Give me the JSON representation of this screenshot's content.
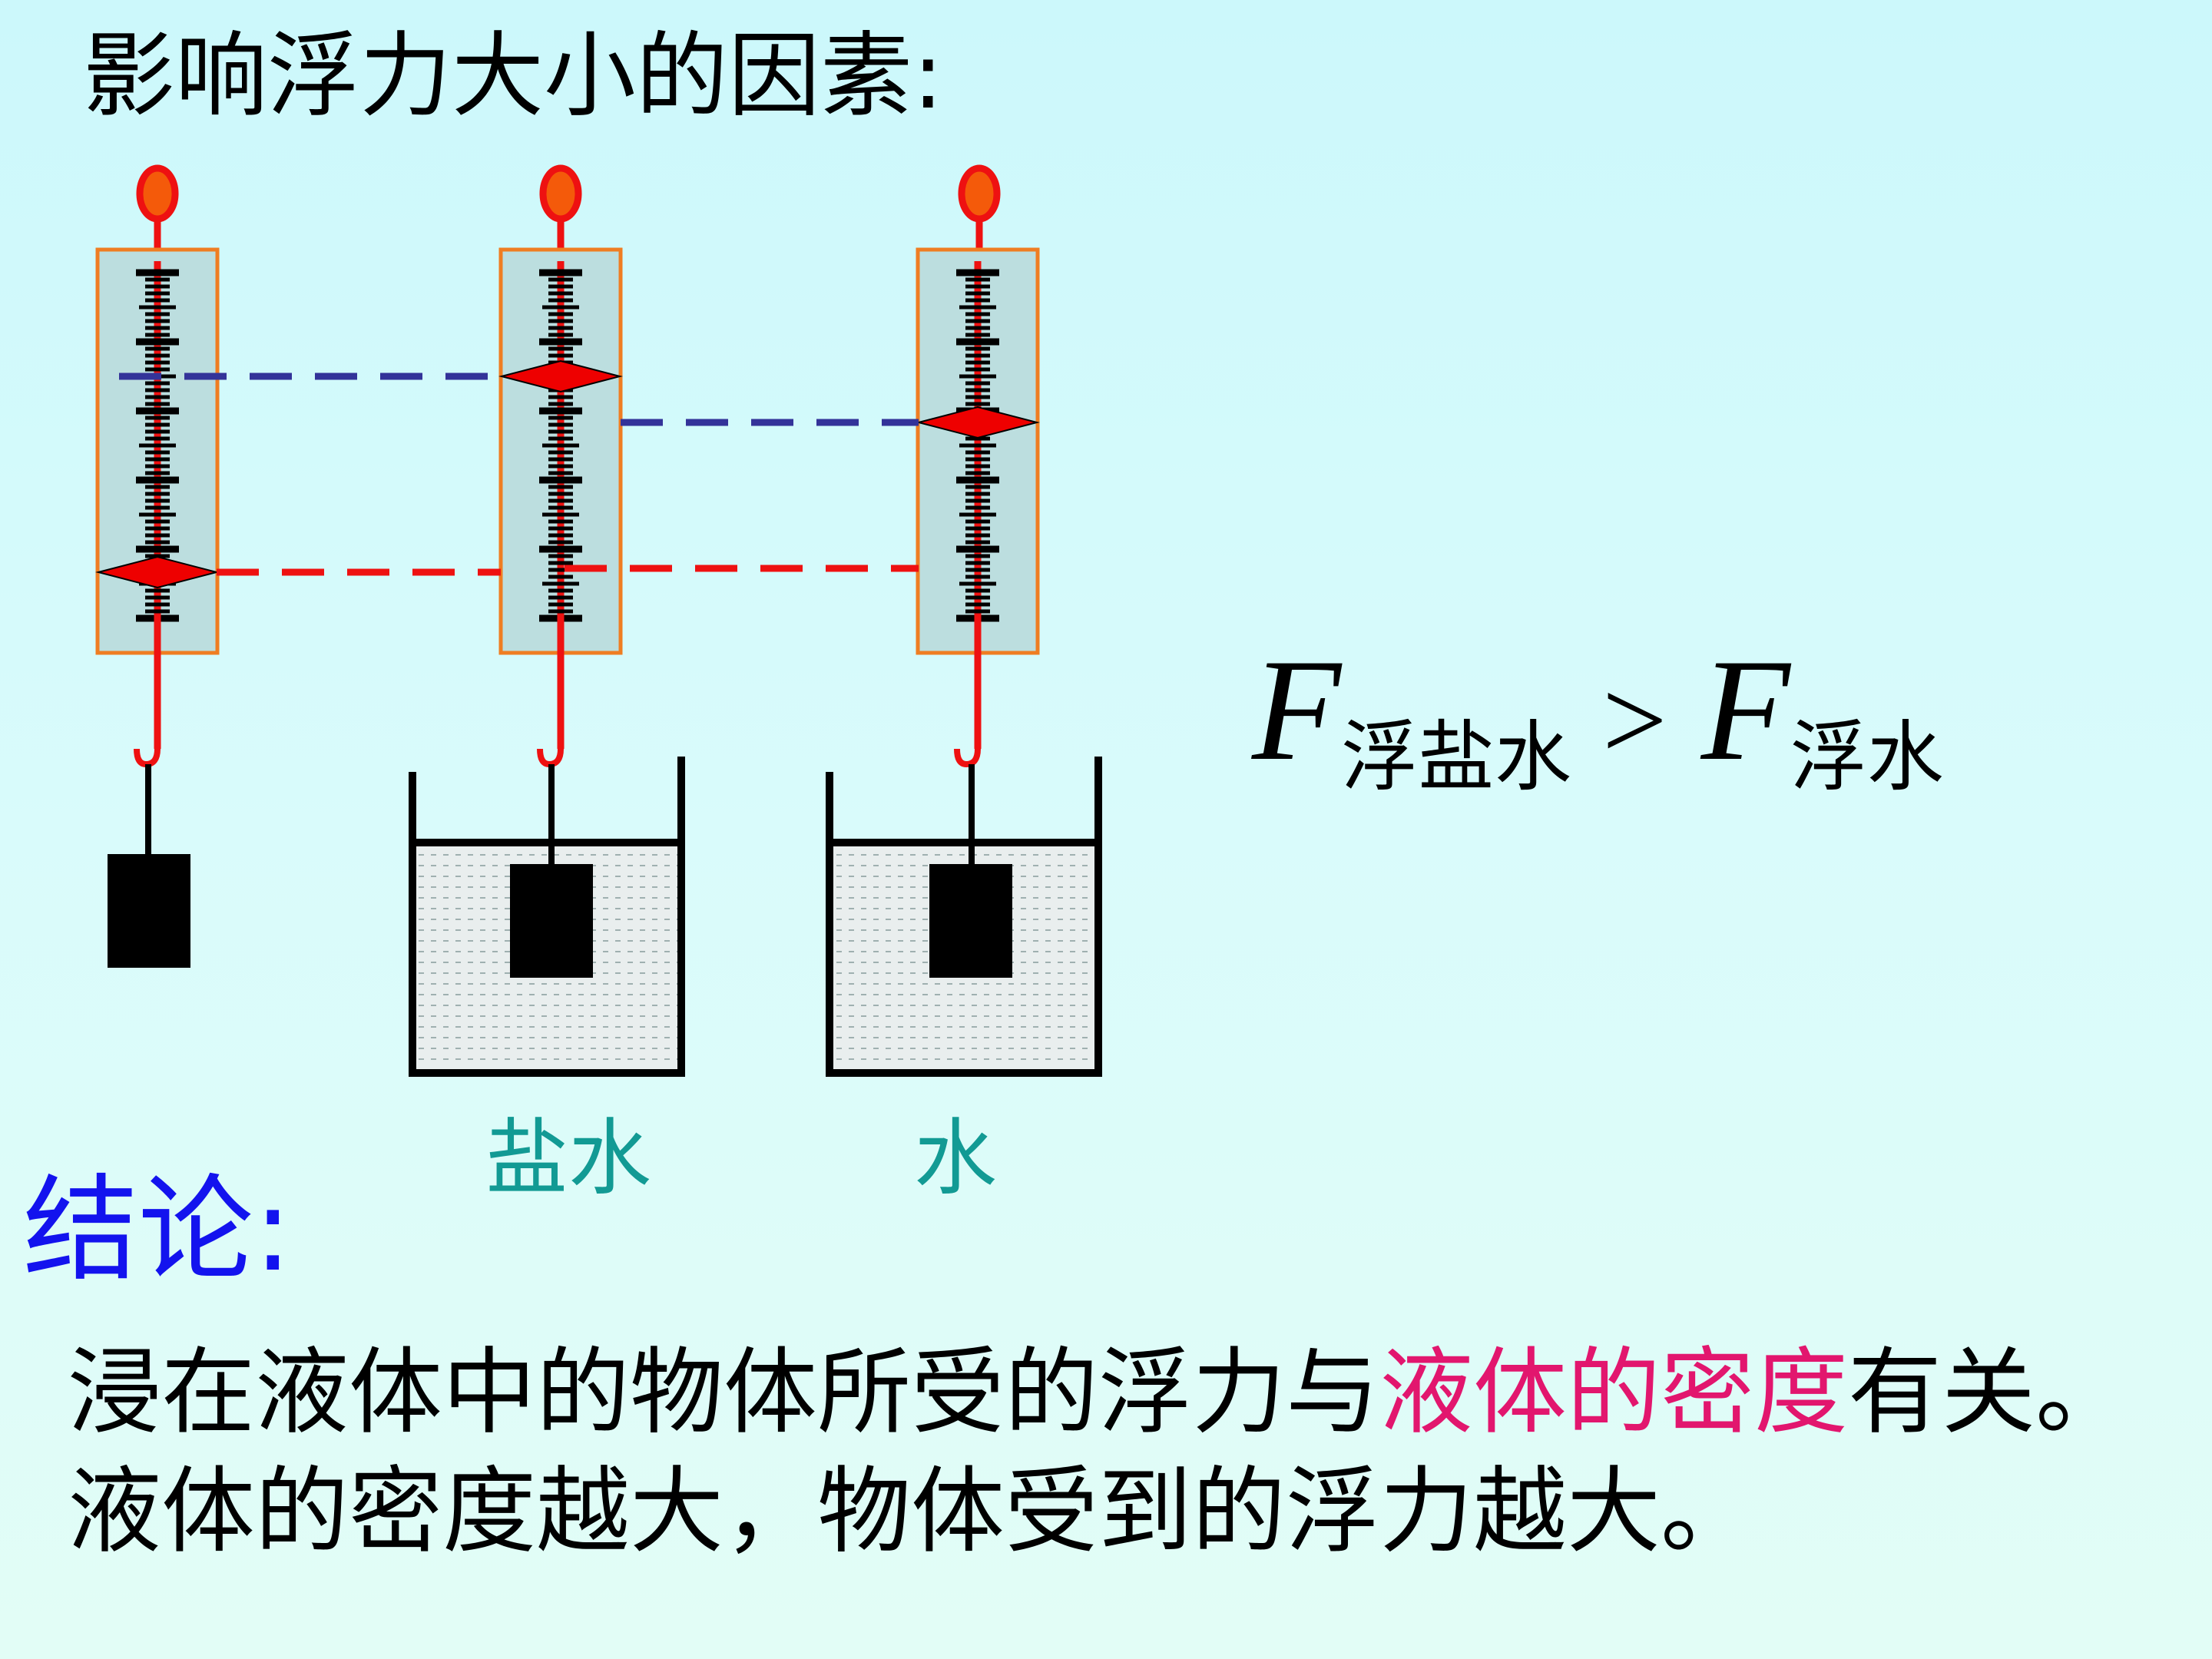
{
  "title": "影响浮力大小的因素:",
  "liquids": {
    "saltwater": "盐水",
    "water": "水"
  },
  "formula": {
    "F": "F",
    "left_sub": "浮盐水",
    "operator": ">",
    "right_sub": "浮水"
  },
  "conclusion": {
    "label": "结论:",
    "line1_before": "浸在液体中的物体所受的浮力与",
    "line1_highlight": "液体的密度",
    "line1_after": "有关。",
    "line2": "液体的密度越大，物体受到的浮力越大。"
  },
  "colors": {
    "background": "#ccf8fb",
    "title": "#000000",
    "liquid_label": "#129a94",
    "conclusion_label": "#1313ee",
    "highlight": "#e2166e",
    "scale_frame": "#ef7d22",
    "scale_fill": "#bcdedf",
    "spring_red": "#ee1111",
    "ring_fill": "#f45a0a",
    "blue_dash": "#333399",
    "red_dash": "#ee1111",
    "water_fill": "#e9eeee"
  }
}
